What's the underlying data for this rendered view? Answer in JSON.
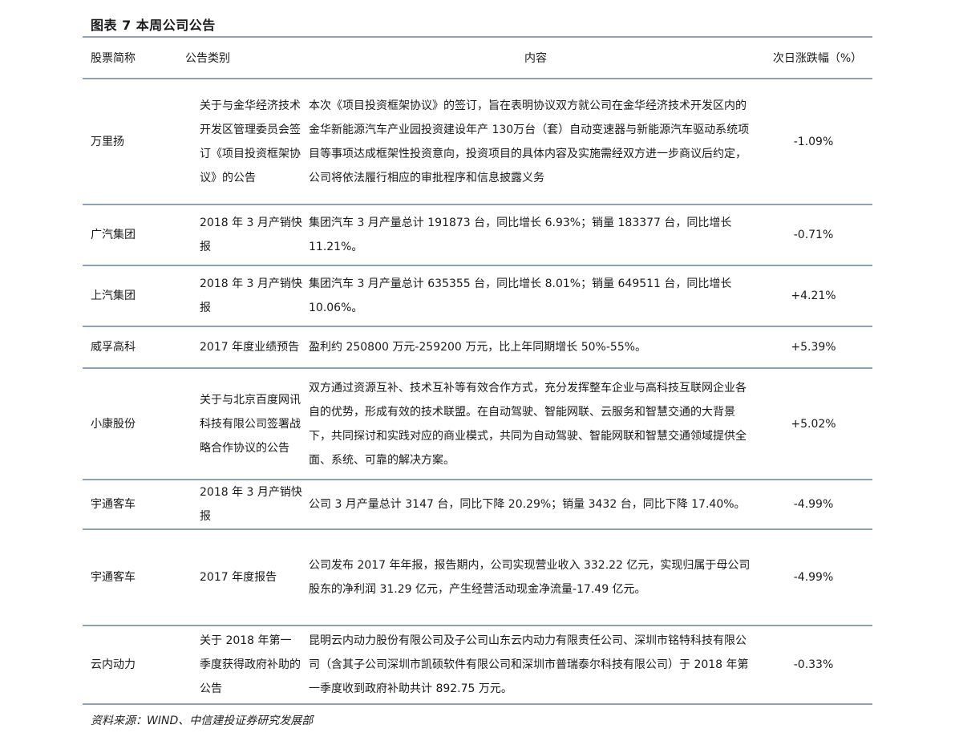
{
  "title": "图表 7 本周公司公告",
  "headers": {
    "name": "股票简称",
    "type": "公告类别",
    "content": "内容",
    "change": "次日涨跌幅（%）"
  },
  "rows": [
    {
      "name": "万里扬",
      "type": "关于与金华经济技术开发区管理委员会签订《项目投资框架协议》的公告",
      "content": "本次《项目投资框架协议》的签订，旨在表明协议双方就公司在金华经济技术开发区内的金华新能源汽车产业园投资建设年产 130万台（套）自动变速器与新能源汽车驱动系统项目等事项达成框架性投资意向，投资项目的具体内容及实施需经双方进一步商议后约定，公司将依法履行相应的审批程序和信息披露义务",
      "change": "-1.09%"
    },
    {
      "name": "广汽集团",
      "type": "2018 年 3 月产销快报",
      "content": "集团汽车 3 月产量总计 191873 台，同比增长 6.93%；销量 183377 台，同比增长 11.21%。",
      "change": "-0.71%"
    },
    {
      "name": "上汽集团",
      "type": "2018 年 3 月产销快报",
      "content": "集团汽车 3 月产量总计 635355 台，同比增长 8.01%；销量 649511 台，同比增长 10.06%。",
      "change": "+4.21%"
    },
    {
      "name": "威孚高科",
      "type": "2017 年度业绩预告",
      "content": "盈利约 250800 万元-259200 万元，比上年同期增长 50%-55%。",
      "change": "+5.39%"
    },
    {
      "name": "小康股份",
      "type": "关于与北京百度网讯科技有限公司签署战略合作协议的公告",
      "content": "双方通过资源互补、技术互补等有效合作方式，充分发挥整车企业与高科技互联网企业各自的优势，形成有效的技术联盟。在自动驾驶、智能网联、云服务和智慧交通的大背景下，共同探讨和实践对应的商业模式，共同为自动驾驶、智能网联和智慧交通领域提供全面、系统、可靠的解决方案。",
      "change": "+5.02%"
    },
    {
      "name": "宇通客车",
      "type": "2018 年 3 月产销快报",
      "content": "公司 3 月产量总计 3147 台，同比下降 20.29%；销量 3432 台，同比下降 17.40%。",
      "change": "-4.99%"
    },
    {
      "name": "宇通客车",
      "type": "2017 年度报告",
      "content": "公司发布 2017 年年报，报告期内，公司实现营业收入 332.22 亿元，实现归属于母公司股东的净利润 31.29 亿元，产生经营活动现金净流量-17.49 亿元。",
      "change": "-4.99%"
    },
    {
      "name": "云内动力",
      "type": "关于 2018 年第一季度获得政府补助的公告",
      "content": "昆明云内动力股份有限公司及子公司山东云内动力有限责任公司、深圳市铭特科技有限公司（含其子公司深圳市凯硕软件有限公司和深圳市普瑞泰尔科技有限公司）于 2018 年第一季度收到政府补助共计 892.75 万元。",
      "change": "-0.33%"
    }
  ],
  "source": "资料来源：WIND、中信建投证券研究发展部"
}
